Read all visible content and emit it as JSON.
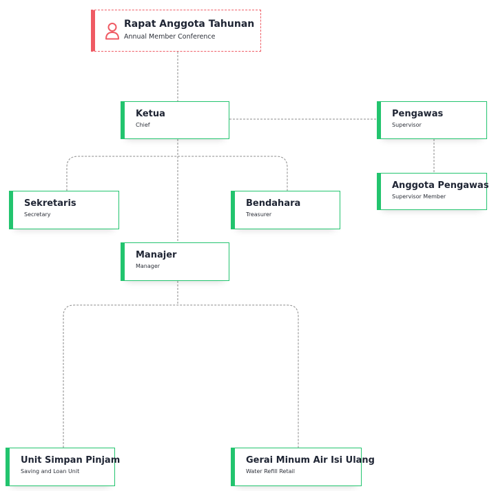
{
  "org": {
    "root": {
      "title": "Rapat Anggota Tahunan",
      "subtitle": "Annual Member Conference",
      "icon": "person-icon",
      "accent": "#ef5a63"
    },
    "chief": {
      "title": "Ketua",
      "subtitle": "Chief"
    },
    "supervisor": {
      "title": "Pengawas",
      "subtitle": "Supervisor"
    },
    "supervisor_member": {
      "title": "Anggota Pengawas",
      "subtitle": "Supervisor Member"
    },
    "secretary": {
      "title": "Sekretaris",
      "subtitle": "Secretary"
    },
    "treasurer": {
      "title": "Bendahara",
      "subtitle": "Treasurer"
    },
    "manager": {
      "title": "Manajer",
      "subtitle": "Manager"
    },
    "saving_loan": {
      "title": "Unit Simpan Pinjam",
      "subtitle": "Saving and Loan Unit"
    },
    "water_refill": {
      "title": "Gerai Minum Air Isi Ulang",
      "subtitle": "Water Refill Retail"
    },
    "node_accent": "#22c46e"
  }
}
